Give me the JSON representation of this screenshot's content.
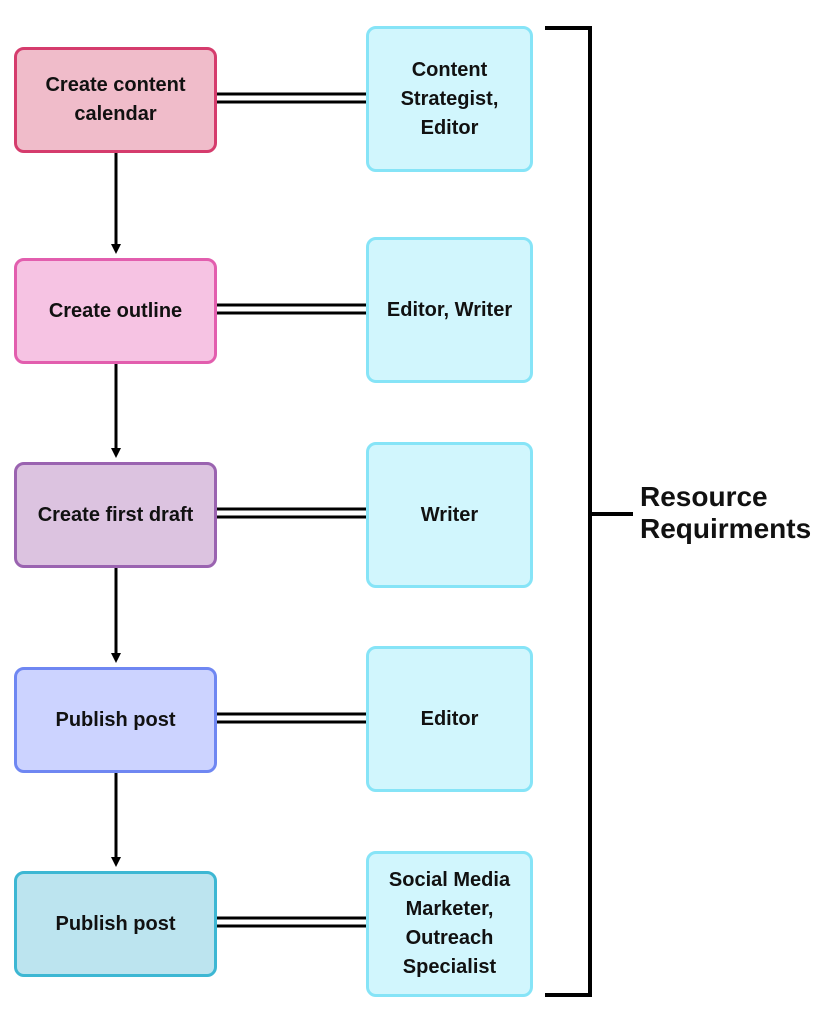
{
  "diagram": {
    "steps": [
      {
        "label": "Create content calendar",
        "fill": "#F0BCCA",
        "border": "#D53C6D"
      },
      {
        "label": "Create outline",
        "fill": "#F6C3E3",
        "border": "#E25EAE"
      },
      {
        "label": "Create first draft",
        "fill": "#DCC3E0",
        "border": "#9A63B0"
      },
      {
        "label": "Publish post",
        "fill": "#CCD3FF",
        "border": "#6F87F2"
      },
      {
        "label": "Publish post",
        "fill": "#BCE4EF",
        "border": "#3DB7D3"
      }
    ],
    "resources": [
      {
        "label": "Content\nStrategist,\nEditor"
      },
      {
        "label": "Editor, Writer"
      },
      {
        "label": "Writer"
      },
      {
        "label": "Editor"
      },
      {
        "label": "Social Media\nMarketer,\nOutreach\nSpecialist"
      }
    ],
    "resource_style": {
      "fill": "#D1F6FD",
      "border": "#86E4F7"
    },
    "bracket_label": "Resource\nRequirments",
    "line_color": "#000000"
  }
}
